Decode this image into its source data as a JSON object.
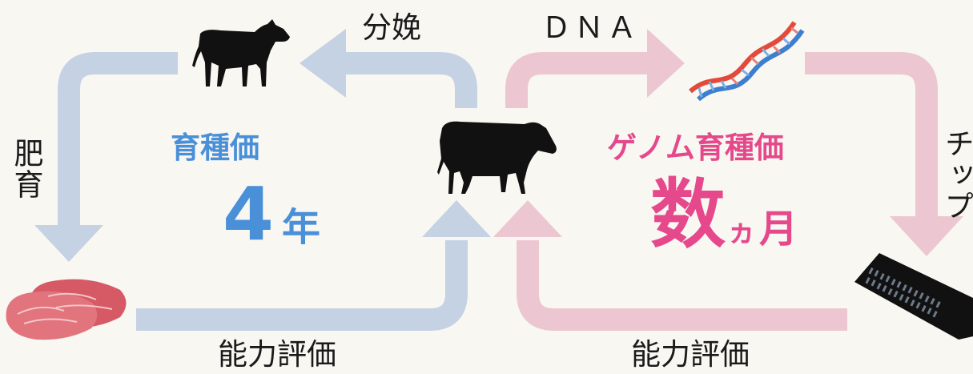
{
  "colors": {
    "blue_arrow": "#c4d2e4",
    "pink_arrow": "#ecc7d1",
    "blue_text": "#4a90d9",
    "pink_text": "#e5498b",
    "silhouette": "#111111"
  },
  "icons": [
    "cow-icon",
    "calf-icon",
    "dna-icon",
    "dna-chip-icon",
    "beef-icon"
  ],
  "labels": {
    "top_left": "分娩",
    "top_right": "ＤＮＡ",
    "left_side": "肥育",
    "right_side": "チップ",
    "bottom_left": "能力評価",
    "bottom_right": "能力評価"
  },
  "left_panel": {
    "heading": "育種価",
    "duration_value": "4",
    "duration_unit": "年"
  },
  "right_panel": {
    "heading": "ゲノム育種価",
    "duration_value": "数",
    "duration_small": "ヵ",
    "duration_unit": "月"
  }
}
